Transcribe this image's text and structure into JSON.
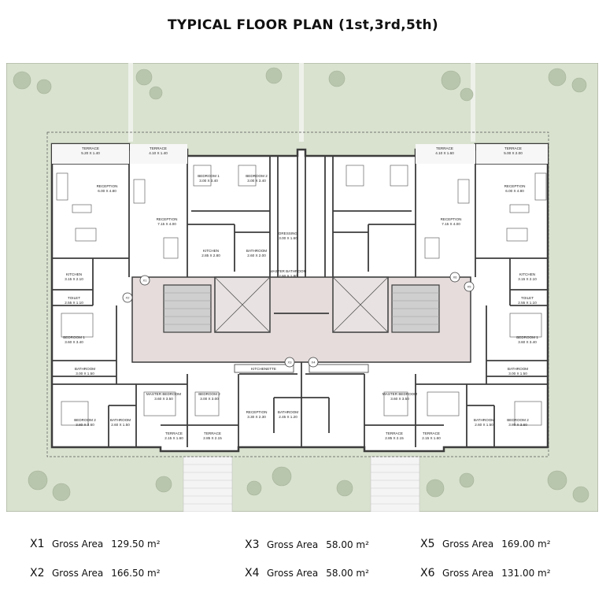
{
  "title": "TYPICAL FLOOR PLAN (1st,3rd,5th)",
  "colors": {
    "lawn": "#d9e2cf",
    "wall": "#3c3c3c",
    "floor": "#ffffff",
    "core": "#e6dcdc",
    "stair": "#cfcfcf"
  },
  "units": [
    {
      "code": "X1",
      "label": "Gross Area",
      "value": "129.50 m²"
    },
    {
      "code": "X2",
      "label": "Gross Area",
      "value": "166.50 m²"
    },
    {
      "code": "X3",
      "label": "Gross Area",
      "value": "58.00 m²"
    },
    {
      "code": "X4",
      "label": "Gross Area",
      "value": "58.00 m²"
    },
    {
      "code": "X5",
      "label": "Gross Area",
      "value": "169.00 m²"
    },
    {
      "code": "X6",
      "label": "Gross Area",
      "value": "131.00 m²"
    }
  ],
  "rooms": [
    {
      "name": "TERRACE",
      "size": "5.20 X 1.40"
    },
    {
      "name": "TERRACE",
      "size": "4.10 X 1.40"
    },
    {
      "name": "RECEPTION",
      "size": "6.00 X 4.80"
    },
    {
      "name": "RECEPTION",
      "size": "7.15 X 4.00"
    },
    {
      "name": "KITCHEN",
      "size": "3.15 X 2.10"
    },
    {
      "name": "TOILET",
      "size": "2.55 X 1.10"
    },
    {
      "name": "BEDROOM 1",
      "size": "3.60 X 3.40"
    },
    {
      "name": "BATHROOM",
      "size": "3.00 X 1.50"
    },
    {
      "name": "BEDROOM 2",
      "size": "3.80 X 3.60"
    },
    {
      "name": "BATHROOM",
      "size": "2.60 X 1.50"
    },
    {
      "name": "MASTER BEDROOM",
      "size": "3.60 X 3.50"
    },
    {
      "name": "BEDROOM 2",
      "size": "3.00 X 3.00"
    },
    {
      "name": "TERRACE",
      "size": "2.15 X 1.60"
    },
    {
      "name": "TERRACE",
      "size": "2.85 X 2.15"
    },
    {
      "name": "BEDROOM 1",
      "size": "3.00 X 3.40"
    },
    {
      "name": "BEDROOM 2",
      "size": "3.00 X 3.40"
    },
    {
      "name": "KITCHEN",
      "size": "2.85 X 2.80"
    },
    {
      "name": "BATHROOM",
      "size": "2.60 X 2.00"
    },
    {
      "name": "DRESSING",
      "size": "3.00 X 1.60"
    },
    {
      "name": "MASTER BATHROOM",
      "size": "2.60 X 1.80"
    },
    {
      "name": "RECEPTION",
      "size": "3.30 X 2.30"
    },
    {
      "name": "BATHROOM",
      "size": "2.45 X 1.20"
    },
    {
      "name": "KITCHENETTE",
      "size": ""
    },
    {
      "name": "TERRACE",
      "size": "4.10 X 1.60"
    },
    {
      "name": "TERRACE",
      "size": "5.00 X 2.00"
    },
    {
      "name": "RECEPTION",
      "size": "6.00 X 4.80"
    },
    {
      "name": "RECEPTION",
      "size": "7.15 X 4.00"
    },
    {
      "name": "KITCHEN",
      "size": "3.15 X 2.10"
    },
    {
      "name": "TOILET",
      "size": "2.55 X 1.10"
    },
    {
      "name": "BEDROOM 1",
      "size": "3.60 X 3.40"
    },
    {
      "name": "BATHROOM",
      "size": "3.00 X 1.50"
    },
    {
      "name": "BEDROOM 2",
      "size": "3.80 X 3.60"
    },
    {
      "name": "BATHROOM",
      "size": "2.60 X 1.50"
    },
    {
      "name": "MASTER BEDROOM",
      "size": "3.60 X 3.50"
    },
    {
      "name": "TERRACE",
      "size": "2.15 X 1.60"
    },
    {
      "name": "TERRACE",
      "size": "2.85 X 2.15"
    }
  ],
  "unit_tags": [
    "X1",
    "X2",
    "X3",
    "X4",
    "X5",
    "X6"
  ]
}
